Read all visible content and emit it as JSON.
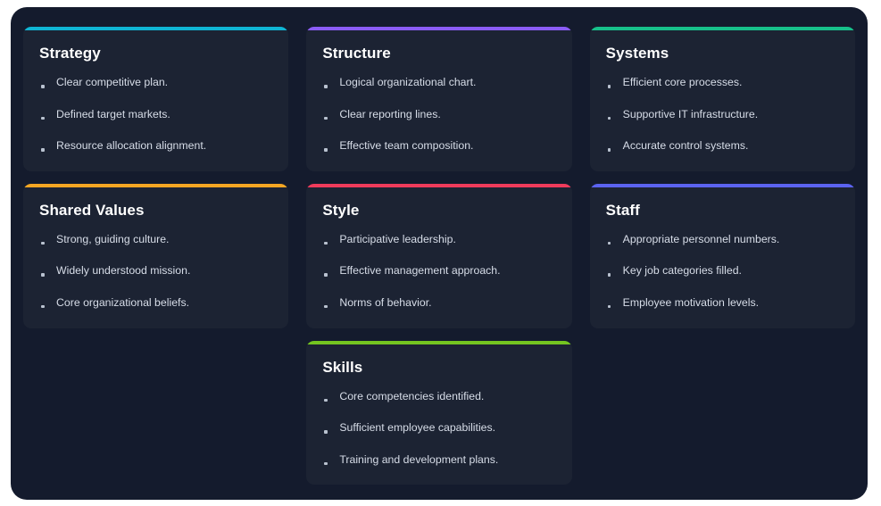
{
  "page": {
    "background": "#ffffff",
    "container_background": "#141b2d",
    "card_background": "#1c2333",
    "title_color": "#ffffff",
    "text_color": "#d7dde8",
    "bullet_color": "#b9c2d0"
  },
  "framework": {
    "cards": [
      {
        "id": "strategy",
        "title": "Strategy",
        "accent": "#0fb5d4",
        "items": [
          "Clear competitive plan.",
          "Defined target markets.",
          "Resource allocation alignment."
        ]
      },
      {
        "id": "structure",
        "title": "Structure",
        "accent": "#8b5cf6",
        "items": [
          "Logical organizational chart.",
          "Clear reporting lines.",
          "Effective team composition."
        ]
      },
      {
        "id": "systems",
        "title": "Systems",
        "accent": "#17c08a",
        "items": [
          "Efficient core processes.",
          "Supportive IT infrastructure.",
          "Accurate control systems."
        ]
      },
      {
        "id": "shared-values",
        "title": "Shared Values",
        "accent": "#f5a623",
        "items": [
          "Strong, guiding culture.",
          "Widely understood mission.",
          "Core organizational beliefs."
        ]
      },
      {
        "id": "style",
        "title": "Style",
        "accent": "#ef3b5b",
        "items": [
          "Participative leadership.",
          "Effective management approach.",
          "Norms of behavior."
        ]
      },
      {
        "id": "staff",
        "title": "Staff",
        "accent": "#5b63f0",
        "items": [
          "Appropriate personnel numbers.",
          "Key job categories filled.",
          "Employee motivation levels."
        ]
      },
      {
        "id": "skills",
        "title": "Skills",
        "accent": "#74c520",
        "items": [
          "Core competencies identified.",
          "Sufficient employee capabilities.",
          "Training and development plans."
        ]
      }
    ]
  }
}
